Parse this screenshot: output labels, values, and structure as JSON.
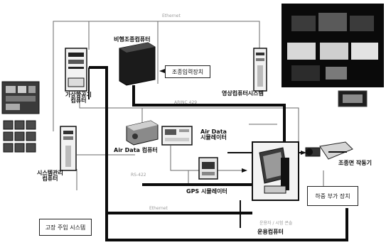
{
  "nodes": {
    "virtual_computer": "가상항공기\n컴퓨터",
    "control_computer": "비행조종컴퓨터",
    "control_input": "조종입력장치",
    "visual_computer": "영상컴퓨터시스템",
    "air_data_computer": "Air Data 컴퓨터",
    "air_data_simulator": "Air Data\n시뮬레이터",
    "system_mgmt_computer": "시스템관리\n컴퓨터",
    "gps_simulator": "GPS 시뮬레이터",
    "control_surface_actuator": "조종면 작동기",
    "load_device": "하중 부가 장치",
    "fault_injection_system": "고장 주입 시스템",
    "operator_station": "운용컴퓨터"
  },
  "bus_labels": {
    "top_bus": "Ethernet",
    "mid_bus": "ARINC 429",
    "lower_bus": "RS-422",
    "bottom_bus": "Ethernet",
    "operator_caption": "운용자 / 시험 콘솔"
  },
  "colors": {
    "thick_line": "#0b0b0b",
    "thin_line": "#555555",
    "visual_bg": "#0a0a0a"
  }
}
